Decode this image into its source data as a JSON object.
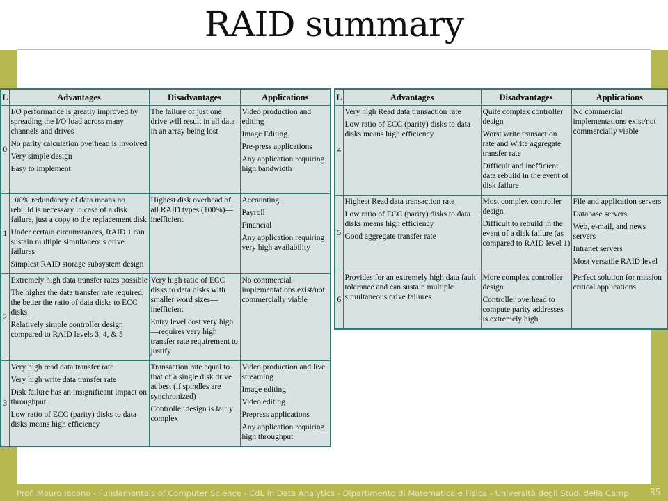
{
  "slide": {
    "title": "RAID summary",
    "footer": "Prof. Mauro Iacono - Fundamentals of Computer Science - CdL in Data Analytics - Dipartimento di Matematica e Fisica - Università degli Studi della Campania",
    "page_number": "35",
    "colors": {
      "band": "#b7b74f",
      "table_bg": "#d8e2e1",
      "table_border": "#2b7c78"
    }
  },
  "headers": {
    "level": "L",
    "advantages": "Advantages",
    "disadvantages": "Disadvantages",
    "applications": "Applications"
  },
  "rows": [
    {
      "level": "0",
      "advantages": [
        "I/O performance is greatly improved by spreading the I/O load across many channels and drives",
        "No parity calculation overhead is involved",
        "Very simple design",
        "Easy to implement"
      ],
      "disadvantages": [
        "The failure of just one drive will result in all data in an array being lost"
      ],
      "applications": [
        "Video production and editing",
        "Image Editing",
        "Pre-press applications",
        "Any application requiring high bandwidth"
      ]
    },
    {
      "level": "1",
      "advantages": [
        "100% redundancy of data means no rebuild is necessary in case of a disk failure, just a copy to the replacement disk",
        "Under certain circumstances, RAID 1 can sustain multiple simultaneous drive failures",
        "Simplest RAID storage subsystem design"
      ],
      "disadvantages": [
        "Highest disk overhead of all RAID types (100%)—inefficient"
      ],
      "applications": [
        "Accounting",
        "Payroll",
        "Financial",
        "Any application requiring very high availability"
      ]
    },
    {
      "level": "2",
      "advantages": [
        "Extremely high data transfer rates possible",
        "The higher the data transfer rate required, the better the ratio of data disks to ECC disks",
        "Relatively simple controller design compared to RAID levels 3, 4, & 5"
      ],
      "disadvantages": [
        "Very high ratio of ECC disks to data disks with smaller word sizes—inefficient",
        "Entry level cost very high—requires very high transfer rate requirement to justify"
      ],
      "applications": [
        "No commercial implementations exist/not commercially viable"
      ]
    },
    {
      "level": "3",
      "advantages": [
        "Very high read data transfer rate",
        "Very high write data transfer rate",
        "Disk failure has an insignificant impact on throughput",
        "Low ratio of ECC (parity) disks to data disks means high efficiency"
      ],
      "disadvantages": [
        "Transaction rate equal to that of a single disk drive at best (if spindles are synchronized)",
        "Controller design is fairly complex"
      ],
      "applications": [
        "Video production and live streaming",
        "Image editing",
        "Video editing",
        "Prepress applications",
        "Any application requiring high throughput"
      ]
    },
    {
      "level": "4",
      "advantages": [
        "Very high Read data transaction rate",
        "Low ratio of ECC (parity) disks to data disks means high efficiency"
      ],
      "disadvantages": [
        "Quite complex controller design",
        "Worst write transaction rate and Write aggregate transfer rate",
        "Difficult and inefficient data rebuild in the event of disk failure"
      ],
      "applications": [
        "No commercial implementations exist/not commercially viable"
      ]
    },
    {
      "level": "5",
      "advantages": [
        "Highest Read data transaction rate",
        "Low ratio of ECC (parity) disks to data disks means high efficiency",
        "Good aggregate transfer rate"
      ],
      "disadvantages": [
        "Most complex controller design",
        "Difficult to rebuild in the event of a disk failure (as compared to RAID level 1)"
      ],
      "applications": [
        "File and application servers",
        "Database servers",
        "Web, e-mail, and news servers",
        "Intranet servers",
        "Most versatile RAID level"
      ]
    },
    {
      "level": "6",
      "advantages": [
        "Provides for an extremely high data fault tolerance and can sustain multiple simultaneous drive failures"
      ],
      "disadvantages": [
        "More complex controller design",
        "Controller overhead to compute parity addresses is extremely high"
      ],
      "applications": [
        "Perfect solution for mission critical applications"
      ]
    }
  ]
}
